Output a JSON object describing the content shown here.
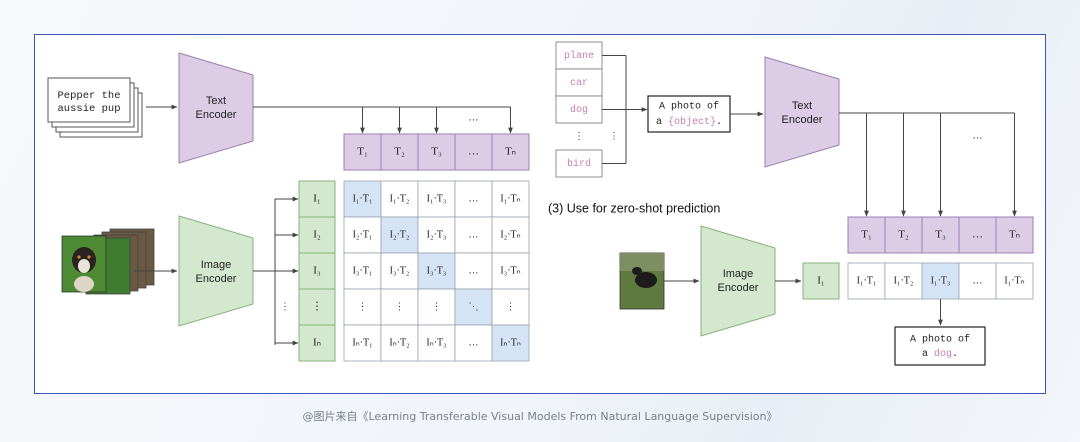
{
  "caption": "@图片来自《Learning Transferable Visual Models From Natural Language Supervision》",
  "colors": {
    "encoder_fill": "#ddcce6",
    "encoder_stroke": "#9b7fb1",
    "image_encoder_fill": "#d4e8cf",
    "image_encoder_stroke": "#86b37a",
    "text_token_fill": "#ddcce6",
    "image_token_fill": "#d4e8cf",
    "diag_fill": "#d5e4f5",
    "frame": "#3b55b8",
    "highlight_text": "#c97fb2"
  },
  "left": {
    "text_input": [
      "Pepper the",
      "aussie pup"
    ],
    "text_encoder": [
      "Text",
      "Encoder"
    ],
    "image_encoder": [
      "Image",
      "Encoder"
    ],
    "text_tokens": [
      "T₁",
      "T₂",
      "T₃",
      "…",
      "Tₙ"
    ],
    "image_tokens": [
      "I₁",
      "I₂",
      "I₃",
      "⋮",
      "Iₙ"
    ],
    "dots_h": "…",
    "dots_v": "⋮",
    "matrix": [
      [
        "I₁·T₁",
        "I₁·T₂",
        "I₁·T₃",
        "…",
        "I₁·Tₙ"
      ],
      [
        "I₂·T₁",
        "I₂·T₂",
        "I₂·T₃",
        "…",
        "I₂·Tₙ"
      ],
      [
        "I₃·T₁",
        "I₃·T₂",
        "I₃·T₃",
        "…",
        "I₃·Tₙ"
      ],
      [
        "⋮",
        "⋮",
        "⋮",
        "⋱",
        "⋮"
      ],
      [
        "Iₙ·T₁",
        "Iₙ·T₂",
        "Iₙ·T₃",
        "…",
        "Iₙ·Tₙ"
      ]
    ]
  },
  "right": {
    "classes": [
      "plane",
      "car",
      "dog",
      "⋮",
      "bird"
    ],
    "template": [
      "A photo of",
      "a {object}."
    ],
    "template_prefix": "a ",
    "template_highlight": "{object}",
    "template_suffix": ".",
    "text_encoder": [
      "Text",
      "Encoder"
    ],
    "image_encoder": [
      "Image",
      "Encoder"
    ],
    "section_title": "(3) Use for zero-shot prediction",
    "text_tokens": [
      "T₁",
      "T₂",
      "T₃",
      "…",
      "Tₙ"
    ],
    "image_token": "I₁",
    "scores": [
      "I₁·T₁",
      "I₁·T₂",
      "I₁·T₃",
      "…",
      "I₁·Tₙ"
    ],
    "dots_h": "…",
    "dots_v": "⋮",
    "result_line1": "A photo of",
    "result_prefix": "a ",
    "result_highlight": "dog",
    "result_suffix": "."
  }
}
